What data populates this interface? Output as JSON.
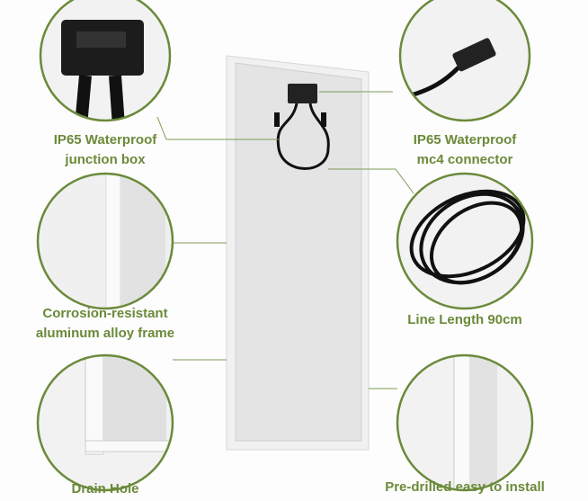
{
  "accent_color": "#6b8a3a",
  "features": [
    {
      "line1": "IP65 Waterproof",
      "line2": "junction box"
    },
    {
      "line1": "IP65 Waterproof",
      "line2": "mc4 connector"
    },
    {
      "line1": "Corrosion-resistant",
      "line2": "aluminum alloy frame"
    },
    {
      "line1": "Line Length 90cm"
    },
    {
      "line1": "Drain Hole"
    },
    {
      "line1": "Pre-drilled easy to install"
    }
  ]
}
